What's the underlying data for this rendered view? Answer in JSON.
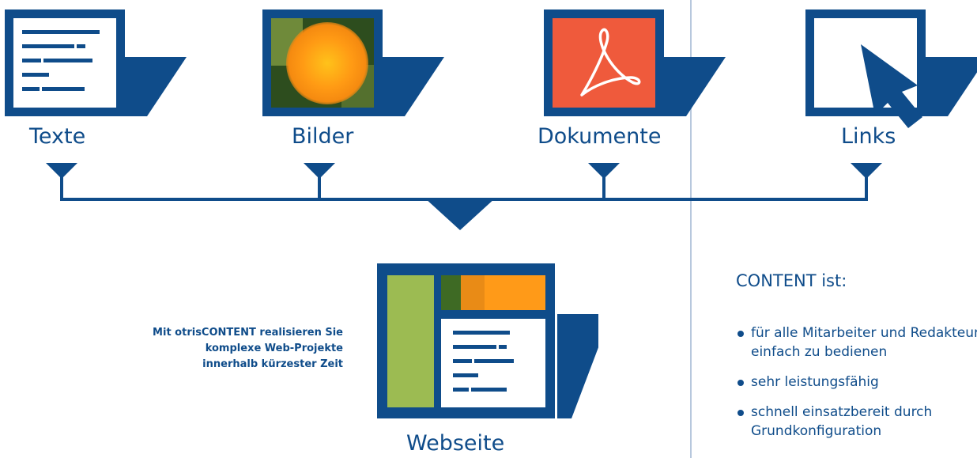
{
  "sources": [
    {
      "label": "Texte",
      "icon": "text-lines-icon"
    },
    {
      "label": "Bilder",
      "icon": "flower-photo-icon"
    },
    {
      "label": "Dokumente",
      "icon": "pdf-document-icon"
    },
    {
      "label": "Links",
      "icon": "cursor-arrow-icon"
    }
  ],
  "target": {
    "label": "Webseite",
    "icon": "webpage-layout-icon"
  },
  "tagline": [
    "Mit otrisCONTENT realisieren Sie",
    "komplexe Web-Projekte",
    "innerhalb kürzester Zeit"
  ],
  "features": {
    "heading": "CONTENT ist:",
    "items": [
      "für alle Mitarbeiter und Redakteure einfach zu bedienen",
      "sehr leistungsfähig",
      "schnell einsatzbereit durch Grundkonfiguration"
    ]
  },
  "colors": {
    "primary": "#0f4c8a",
    "pdf_red": "#ef5a3c",
    "sidebar_green": "#9cbb52",
    "divider": "#b7c8dd"
  }
}
